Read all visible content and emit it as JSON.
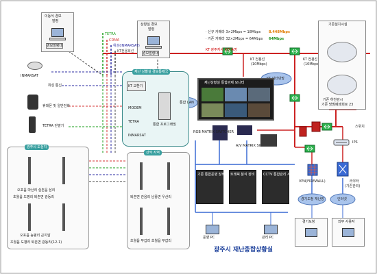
{
  "top_left_box": {
    "title": "이동식 경보",
    "subtitle": "발령",
    "screen_label": "경보발령대"
  },
  "top_mid_box": {
    "title": "상황실 경보",
    "subtitle": "발령",
    "screen_label": "경보발령대"
  },
  "legend": [
    {
      "label": "TETRA",
      "color": "#1a9e1a"
    },
    {
      "label": "CDMA",
      "color": "#d43030"
    },
    {
      "label": "위성(INMARSAT)",
      "color": "#2a2aa0"
    },
    {
      "label": "KT전용회선",
      "color": "#444444"
    }
  ],
  "bandwidth_notes": [
    {
      "text": "· 신규 카메라 3×2Mbps = 18Mbps",
      "highlight": "8.448Mbps"
    },
    {
      "text": "· 기존 카메라 32×2Mbps = 64Mbps",
      "highlight": "64Mbps"
    }
  ],
  "kt_line_label": "KT 광주지사 광전송망",
  "kt_left": {
    "label": "KT 전용선",
    "speed": "(10Mbps)"
  },
  "kt_right": {
    "label": "KT 전용선",
    "speed": "(10Mbps)"
  },
  "kt_cloud": "KT 이더넷망",
  "camera_box": {
    "title": "기존설치시설",
    "cap1": "기존 하천감시",
    "cap2": "기존 방범폐쇄회로 23"
  },
  "comm_items": [
    {
      "label": "INMARSAT"
    },
    {
      "label": "위성 통신"
    },
    {
      "label": "휴대폰 및 일반전화"
    },
    {
      "label": "TETRA 단말기"
    }
  ],
  "disaster_room": {
    "title": "재난 상황실 경보통제국",
    "items": [
      "KT 교환기",
      "MODEM",
      "TETRA",
      "INMARSAT"
    ],
    "server_label": "통합 프로그래밍",
    "cloud_label": "통합 LAN"
  },
  "monitor_title": "재난상황실 통합관제 모니터",
  "rgb_switch": "RGB MATRIX SWITCHER",
  "av_switch": "A/V MATRIX SWITCHER",
  "switch_label": "스위치",
  "ips_label": "IPS",
  "firewall": "VPN(FIREWALL)",
  "router": {
    "label": "라우터",
    "sub": "(기존관리)"
  },
  "internet_cloud": "인터넷",
  "gwangju_box": "광주시 도심지",
  "gwangju_items": [
    {
      "label": "오포읍 마산리 실촌읍 삼리"
    },
    {
      "label": "초월읍 도평리 퇴촌면 광동리"
    },
    {
      "label": "오포읍 능평리 곤지암"
    },
    {
      "label": "초월읍 도평리 퇴촌면 광동리(12-1)"
    }
  ],
  "mountain_box": "산악 지역",
  "mountain_items": [
    {
      "label": "퇴촌면 관음리 남종면 우산리"
    },
    {
      "label": "초월읍 무갑리 초월읍 무갑리"
    }
  ],
  "rack_labels": [
    "기존 통합운영 장비",
    "트래픽 분석 장비",
    "CCTV 통합관리 서버"
  ],
  "pc_labels": [
    "운영 PC",
    "관리 PC"
  ],
  "gyeonggi_cloud": "경기도청 재난망",
  "gyeonggi_box": "경기도청",
  "external_box": "외부 사용자",
  "footer": "광주시 재난종합상황실"
}
